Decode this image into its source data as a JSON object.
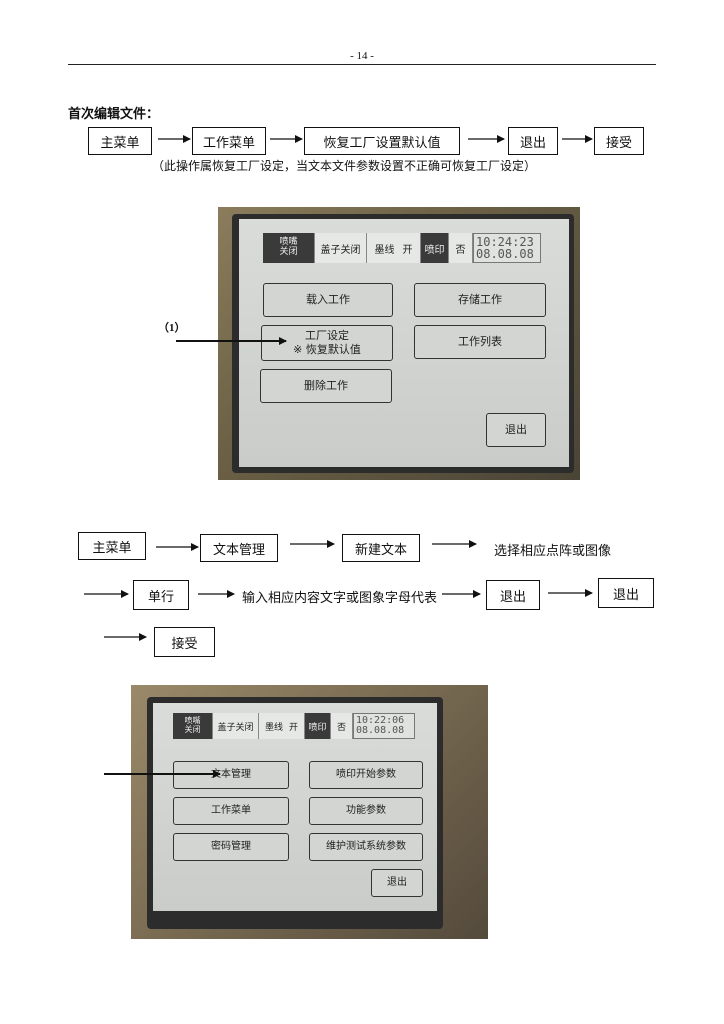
{
  "page": {
    "number": "- 14 -"
  },
  "section1": {
    "heading": "首次编辑文件：",
    "flow": [
      "主菜单",
      "工作菜单",
      "恢复工厂设置默认值",
      "退出",
      "接受"
    ],
    "note": "（此操作属恢复工厂设定，当文本文件参数设置不正确可恢复工厂设定）"
  },
  "screen1": {
    "status": {
      "nozzle_line1": "喷嘴",
      "nozzle_line2": "关闭",
      "cover": "盖子关闭",
      "ink": "墨线",
      "ink_state": "开",
      "print": "喷印",
      "print_state": "否",
      "time": "10:24:23",
      "date": "08.08.08"
    },
    "marker": "（1）",
    "buttons": {
      "load_job": "载入工作",
      "save_job": "存储工作",
      "factory_line1": "工厂设定",
      "factory_line2": "※ 恢复默认值",
      "job_list": "工作列表",
      "delete_job": "删除工作",
      "exit": "退出"
    }
  },
  "section2": {
    "row1": [
      "主菜单",
      "文本管理",
      "新建文本",
      "选择相应点阵或图像"
    ],
    "row2": [
      "单行",
      "输入相应内容文字或图象字母代表",
      "退出",
      "退出"
    ],
    "row3": [
      "接受"
    ]
  },
  "screen2": {
    "status": {
      "nozzle_line1": "喷嘴",
      "nozzle_line2": "关闭",
      "cover": "盖子关闭",
      "ink": "墨线",
      "ink_state": "开",
      "print": "喷印",
      "print_state": "否",
      "time": "10:22:06",
      "date": "08.08.08"
    },
    "buttons": {
      "text_mgmt": "文本管理",
      "print_start": "喷印开始参数",
      "job_menu": "工作菜单",
      "function_params": "功能参数",
      "password_mgmt": "密码管理",
      "maintenance": "维护测试系统参数",
      "exit": "退出"
    }
  }
}
